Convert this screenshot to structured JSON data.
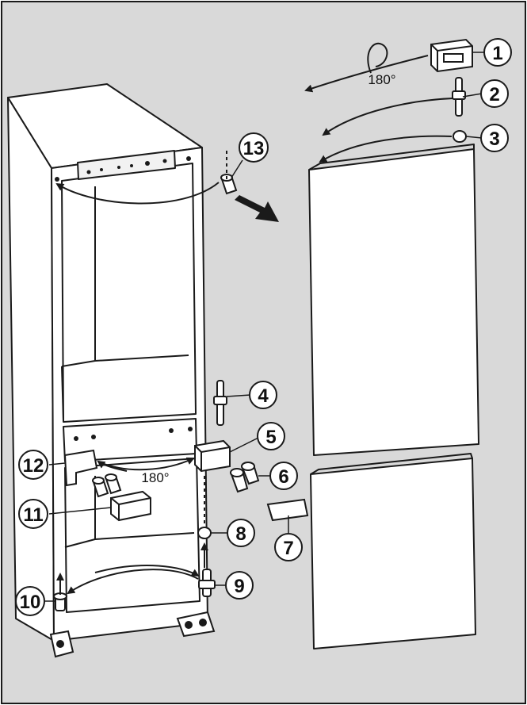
{
  "diagram": {
    "colors": {
      "background": "#d9d9d9",
      "panel": "#ffffff",
      "line": "#1a1a1a"
    },
    "callouts": [
      "1",
      "2",
      "3",
      "4",
      "5",
      "6",
      "7",
      "8",
      "9",
      "10",
      "11",
      "12",
      "13"
    ],
    "angle_labels": {
      "top": "180°",
      "middle": "180°"
    }
  }
}
